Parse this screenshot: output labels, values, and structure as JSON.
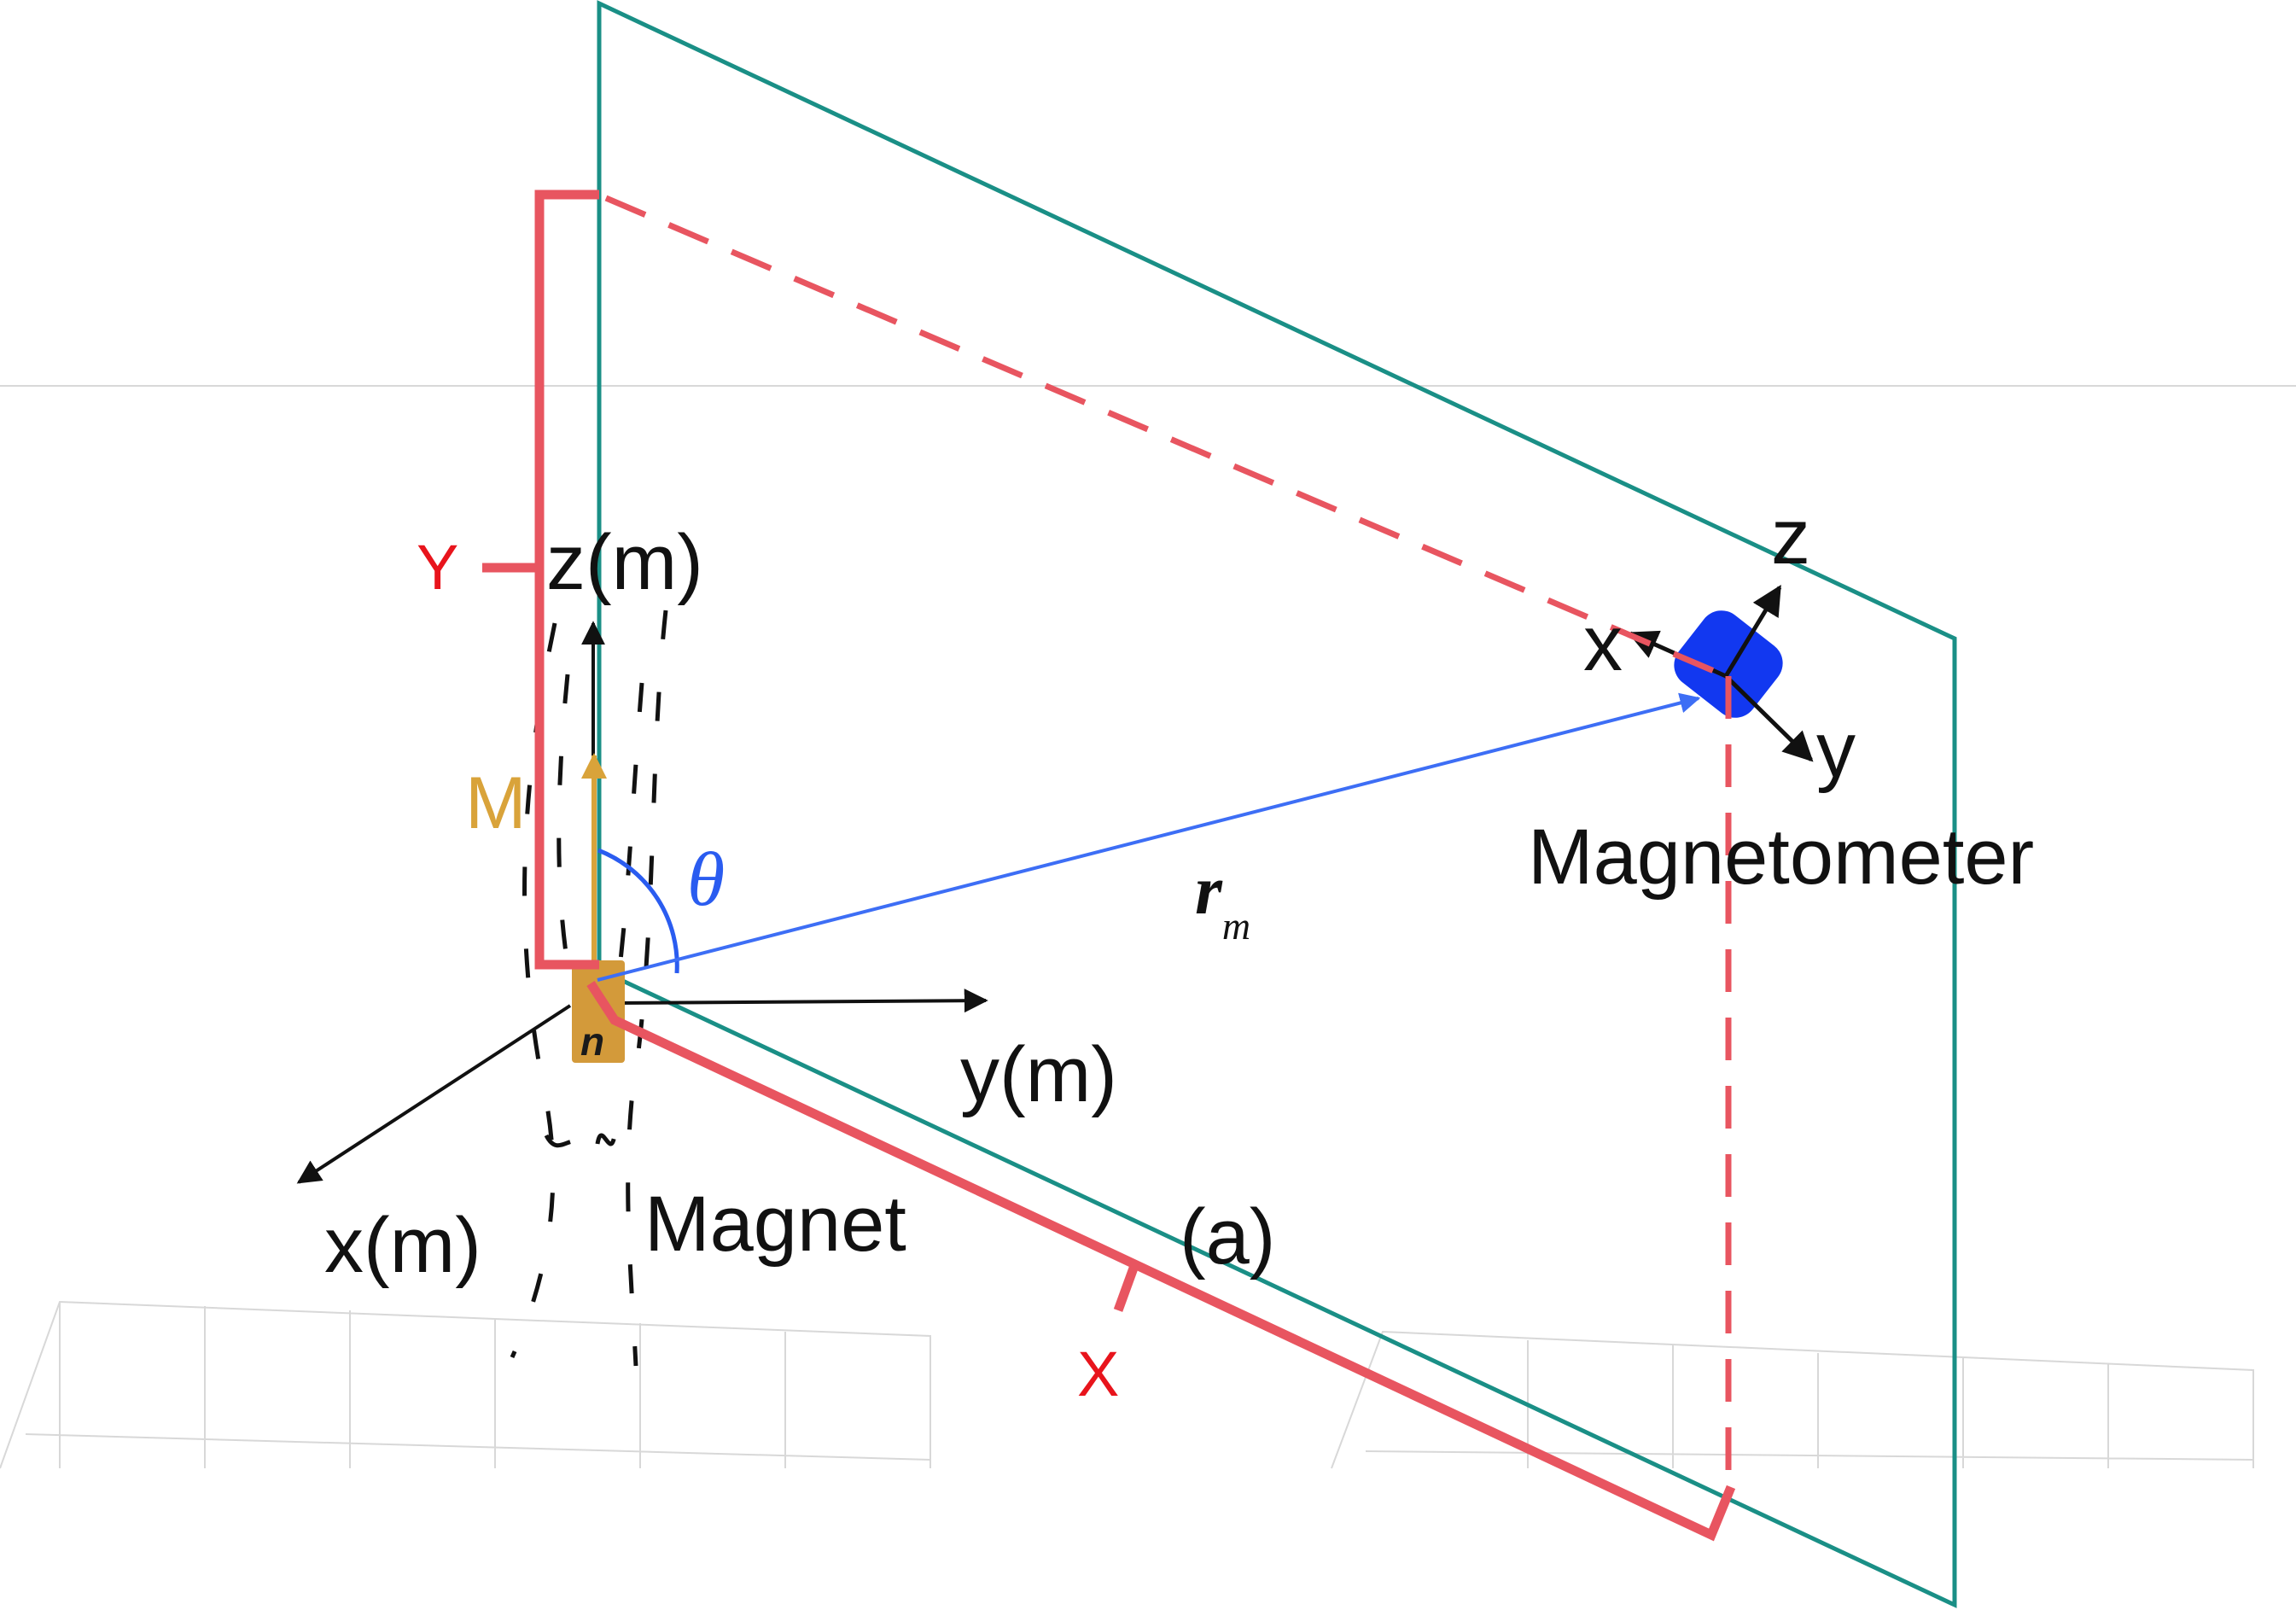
{
  "labels": {
    "z_axis": "z(m)",
    "y_axis": "y(m)",
    "x_axis": "x(m)",
    "moment": "M",
    "theta": "θ",
    "r": "r",
    "r_sub": "m",
    "magnet": "Magnet",
    "magnetometer": "Magnetometer",
    "panel": "(a)",
    "sensor_x": "x",
    "sensor_y": "y",
    "sensor_z": "z",
    "overlay_X": "X",
    "overlay_Y": "Y"
  },
  "colors": {
    "plane": "#1a8f86",
    "overlay": "#e85560",
    "vector": "#3d6ef5",
    "sensor": "#1238f0",
    "magnet": "#d39a3a",
    "moment": "#d9a33a",
    "axes": "#111111",
    "faint_lines": "#d8d8d8"
  },
  "icons": {
    "magnet": "bar-magnet-icon",
    "magnetometer": "sensor-chip-icon"
  }
}
